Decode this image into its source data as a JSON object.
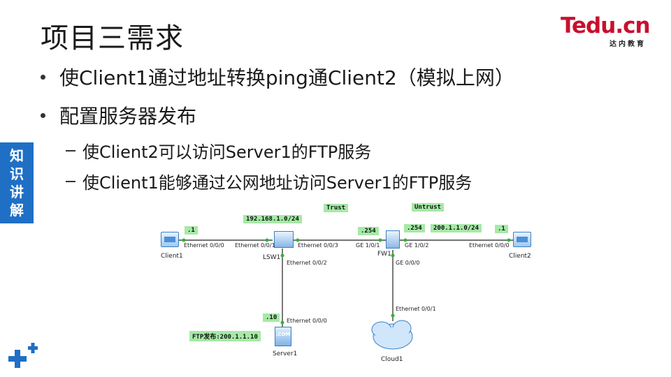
{
  "slide": {
    "title": "项目三需求",
    "bullets": [
      "使Client1通过地址转换ping通Client2（模拟上网）",
      "配置服务器发布"
    ],
    "sub_bullets": [
      "使Client2可以访问Server1的FTP服务",
      "使Client1能够通过公网地址访问Server1的FTP服务"
    ],
    "side_tab": [
      "知",
      "识",
      "讲",
      "解"
    ]
  },
  "logo": {
    "text": "Tedu.cn",
    "subtext": "达内教育",
    "color": "#c8102e"
  },
  "diagram": {
    "green_labels": {
      "lan_net": "192.168.1.0/24",
      "client1_ip": ".1",
      "trust": "Trust",
      "untrust": "Untrust",
      "fw_inside": ".254",
      "fw_outside": ".254",
      "wan_net": "200.1.1.0/24",
      "client2_ip": ".1",
      "server_ip": ".10",
      "ftp_publish": "FTP发布:200.1.1.10"
    },
    "ports": {
      "client1_eth": "Ethernet 0/0/0",
      "lsw1_eth1": "Ethernet 0/0/1",
      "lsw1_eth3": "Ethernet 0/0/3",
      "lsw1_eth2": "Ethernet 0/0/2",
      "fw1_ge101": "GE 1/0/1",
      "fw1_ge102": "GE 1/0/2",
      "fw1_ge000": "GE 0/0/0",
      "client2_eth": "Ethernet 0/0/0",
      "server1_eth": "Ethernet 0/0/0",
      "cloud1_eth": "Ethernet 0/0/1"
    },
    "devices": {
      "client1": "Client1",
      "lsw1": "LSW1",
      "fw1": "FW1",
      "client2": "Client2",
      "server1": "Server1",
      "server1_badge": ".COM",
      "cloud1": "Cloud1"
    },
    "colors": {
      "label_bg": "#a6e9a6",
      "link_dot": "#2db52d"
    }
  }
}
